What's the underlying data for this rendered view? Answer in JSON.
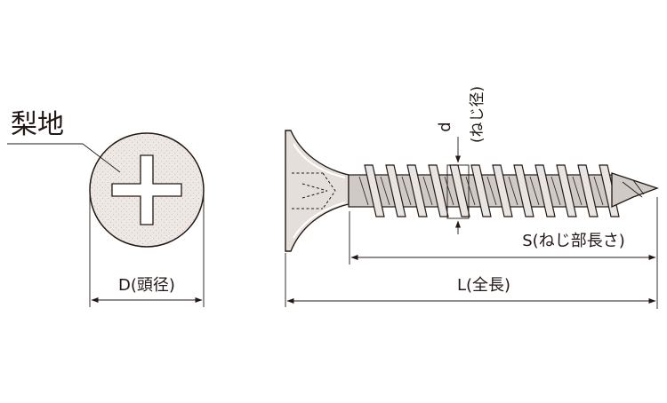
{
  "finish_label": "梨地",
  "head_diameter_label": "D(頭径)",
  "total_length_label": "L(全長)",
  "thread_length_label": "S(ねじ部長さ)",
  "thread_diameter_symbol": "d",
  "thread_diameter_label": "(ねじ径)",
  "colors": {
    "line": "#231815",
    "head_fill": "#ede8e4",
    "body_fill": "#c9c5c2"
  }
}
